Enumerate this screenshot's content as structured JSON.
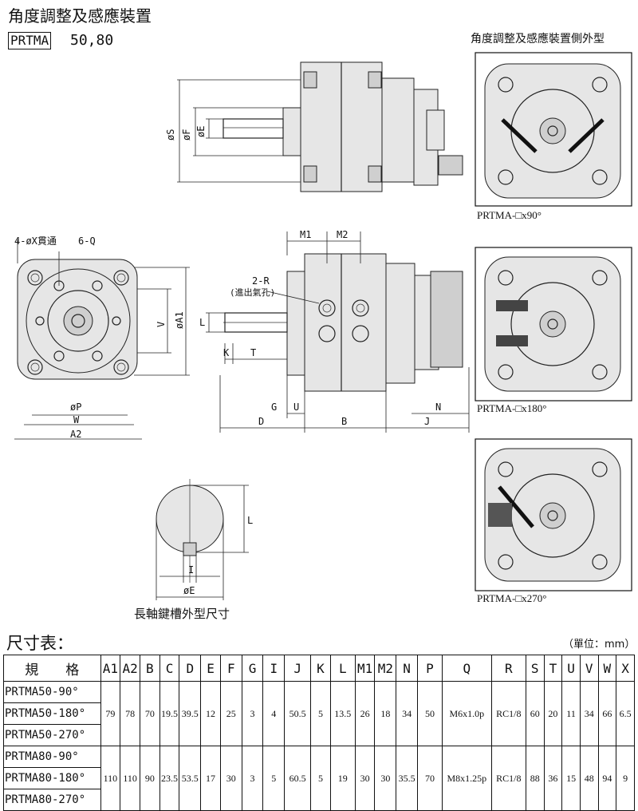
{
  "title": "角度調整及感應裝置",
  "model_box": "PRTMA",
  "model_sizes": "50,80",
  "side_view_title": "角度調整及感應裝置側外型",
  "side_captions": [
    "PRTMA-□x90°",
    "PRTMA-□x180°",
    "PRTMA-□x270°"
  ],
  "key_caption": "長軸鍵槽外型尺寸",
  "drawing_labels": {
    "s": "øS",
    "f": "øF",
    "e": "øE",
    "holes": "4-øX貫通",
    "q": "6-Q",
    "p": "øP",
    "w": "W",
    "a2": "A2",
    "v": "V",
    "a1": "øA1",
    "m1": "M1",
    "m2": "M2",
    "r": "2-R",
    "port": "(進出氣孔)",
    "l": "L",
    "k": "K",
    "t": "T",
    "g": "G",
    "u": "U",
    "d": "D",
    "b": "B",
    "j": "J",
    "n": "N",
    "key_l": "L",
    "key_i": "I",
    "key_e": "øE"
  },
  "table": {
    "title": "尺寸表：",
    "unit": "（單位：mm）",
    "spec_header": "規　　格",
    "columns": [
      "A1",
      "A2",
      "B",
      "C",
      "D",
      "E",
      "F",
      "G",
      "I",
      "J",
      "K",
      "L",
      "M1",
      "M2",
      "N",
      "P",
      "Q",
      "R",
      "S",
      "T",
      "U",
      "V",
      "W",
      "X"
    ],
    "groups": [
      {
        "models": [
          "PRTMA50-90°",
          "PRTMA50-180°",
          "PRTMA50-270°"
        ],
        "values": [
          "79",
          "78",
          "70",
          "19.5",
          "39.5",
          "12",
          "25",
          "3",
          "4",
          "50.5",
          "5",
          "13.5",
          "26",
          "18",
          "34",
          "50",
          "M6x1.0p",
          "RC1/8",
          "60",
          "20",
          "11",
          "34",
          "66",
          "6.5"
        ]
      },
      {
        "models": [
          "PRTMA80-90°",
          "PRTMA80-180°",
          "PRTMA80-270°"
        ],
        "values": [
          "110",
          "110",
          "90",
          "23.5",
          "53.5",
          "17",
          "30",
          "3",
          "5",
          "60.5",
          "5",
          "19",
          "30",
          "30",
          "35.5",
          "70",
          "M8x1.25p",
          "RC1/8",
          "88",
          "36",
          "15",
          "48",
          "94",
          "9"
        ]
      }
    ]
  }
}
